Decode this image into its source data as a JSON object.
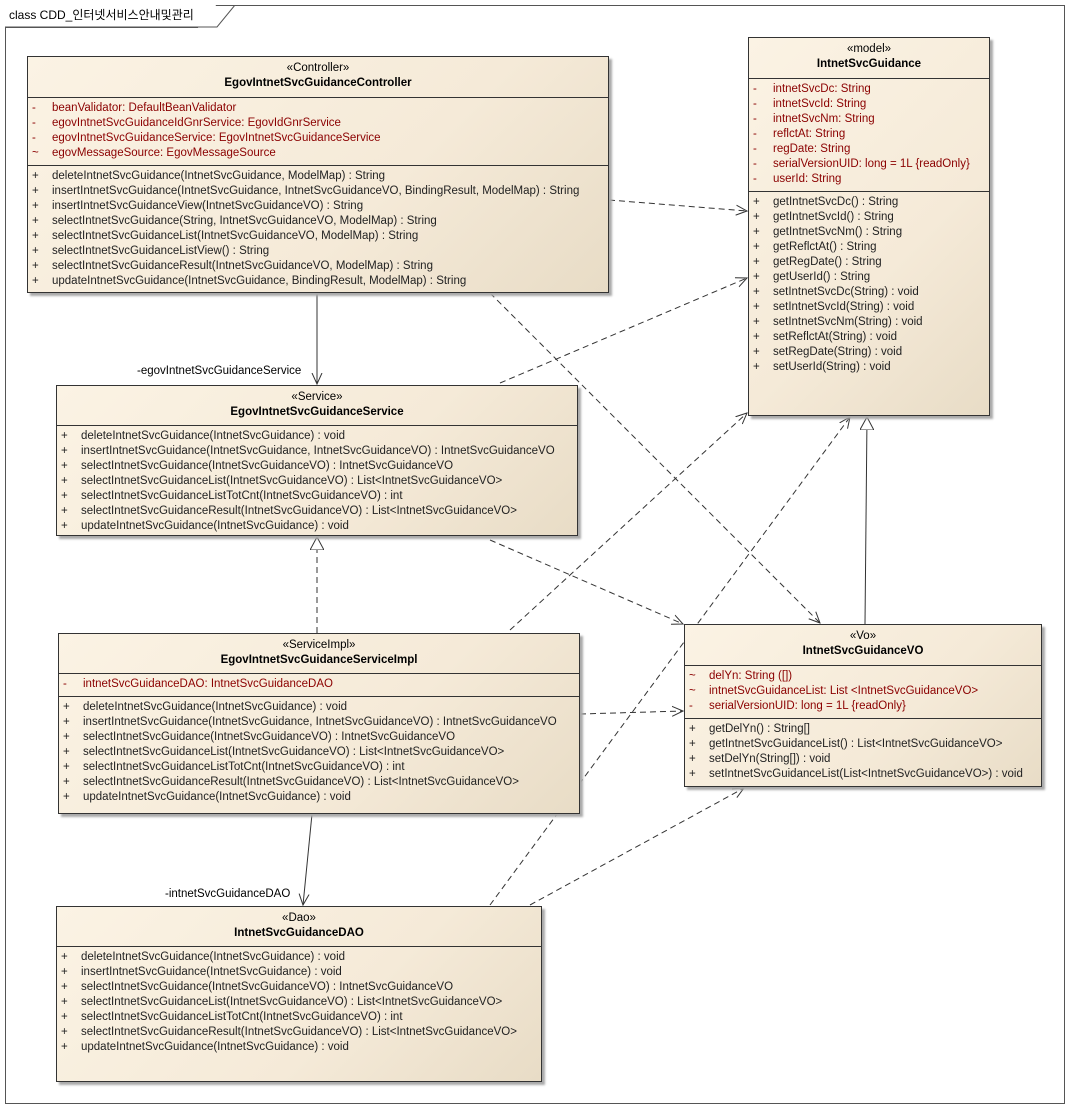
{
  "frame_title": "class CDD_인터넷서비스안내및관리",
  "classes": [
    {
      "id": "controller",
      "stereotype": "«Controller»",
      "name": "EgovIntnetSvcGuidanceController",
      "attributes": [
        {
          "vis": "-",
          "text": "beanValidator:  DefaultBeanValidator"
        },
        {
          "vis": "-",
          "text": "egovIntnetSvcGuidanceIdGnrService:  EgovIdGnrService"
        },
        {
          "vis": "-",
          "text": "egovIntnetSvcGuidanceService:  EgovIntnetSvcGuidanceService"
        },
        {
          "vis": "~",
          "text": "egovMessageSource:  EgovMessageSource"
        }
      ],
      "operations": [
        {
          "vis": "+",
          "text": "deleteIntnetSvcGuidance(IntnetSvcGuidance, ModelMap) : String"
        },
        {
          "vis": "+",
          "text": "insertIntnetSvcGuidance(IntnetSvcGuidance, IntnetSvcGuidanceVO, BindingResult, ModelMap) : String"
        },
        {
          "vis": "+",
          "text": "insertIntnetSvcGuidanceView(IntnetSvcGuidanceVO) : String"
        },
        {
          "vis": "+",
          "text": "selectIntnetSvcGuidance(String, IntnetSvcGuidanceVO, ModelMap) : String"
        },
        {
          "vis": "+",
          "text": "selectIntnetSvcGuidanceList(IntnetSvcGuidanceVO, ModelMap) : String"
        },
        {
          "vis": "+",
          "text": "selectIntnetSvcGuidanceListView() : String"
        },
        {
          "vis": "+",
          "text": "selectIntnetSvcGuidanceResult(IntnetSvcGuidanceVO, ModelMap) : String"
        },
        {
          "vis": "+",
          "text": "updateIntnetSvcGuidance(IntnetSvcGuidance, BindingResult, ModelMap) : String"
        }
      ]
    },
    {
      "id": "model",
      "stereotype": "«model»",
      "name": "IntnetSvcGuidance",
      "attributes": [
        {
          "vis": "-",
          "text": "intnetSvcDc:  String"
        },
        {
          "vis": "-",
          "text": "intnetSvcId:  String"
        },
        {
          "vis": "-",
          "text": "intnetSvcNm:  String"
        },
        {
          "vis": "-",
          "text": "reflctAt:  String"
        },
        {
          "vis": "-",
          "text": "regDate:  String"
        },
        {
          "vis": "-",
          "text": "serialVersionUID:  long = 1L {readOnly}"
        },
        {
          "vis": "-",
          "text": "userId:  String"
        }
      ],
      "operations": [
        {
          "vis": "+",
          "text": "getIntnetSvcDc() : String"
        },
        {
          "vis": "+",
          "text": "getIntnetSvcId() : String"
        },
        {
          "vis": "+",
          "text": "getIntnetSvcNm() : String"
        },
        {
          "vis": "+",
          "text": "getReflctAt() : String"
        },
        {
          "vis": "+",
          "text": "getRegDate() : String"
        },
        {
          "vis": "+",
          "text": "getUserId() : String"
        },
        {
          "vis": "+",
          "text": "setIntnetSvcDc(String) : void"
        },
        {
          "vis": "+",
          "text": "setIntnetSvcId(String) : void"
        },
        {
          "vis": "+",
          "text": "setIntnetSvcNm(String) : void"
        },
        {
          "vis": "+",
          "text": "setReflctAt(String) : void"
        },
        {
          "vis": "+",
          "text": "setRegDate(String) : void"
        },
        {
          "vis": "+",
          "text": "setUserId(String) : void"
        }
      ]
    },
    {
      "id": "service",
      "stereotype": "«Service»",
      "name": "EgovIntnetSvcGuidanceService",
      "attributes": [],
      "operations": [
        {
          "vis": "+",
          "text": "deleteIntnetSvcGuidance(IntnetSvcGuidance) : void"
        },
        {
          "vis": "+",
          "text": "insertIntnetSvcGuidance(IntnetSvcGuidance, IntnetSvcGuidanceVO) : IntnetSvcGuidanceVO"
        },
        {
          "vis": "+",
          "text": "selectIntnetSvcGuidance(IntnetSvcGuidanceVO) : IntnetSvcGuidanceVO"
        },
        {
          "vis": "+",
          "text": "selectIntnetSvcGuidanceList(IntnetSvcGuidanceVO) : List<IntnetSvcGuidanceVO>"
        },
        {
          "vis": "+",
          "text": "selectIntnetSvcGuidanceListTotCnt(IntnetSvcGuidanceVO) : int"
        },
        {
          "vis": "+",
          "text": "selectIntnetSvcGuidanceResult(IntnetSvcGuidanceVO) : List<IntnetSvcGuidanceVO>"
        },
        {
          "vis": "+",
          "text": "updateIntnetSvcGuidance(IntnetSvcGuidance) : void"
        }
      ]
    },
    {
      "id": "serviceimpl",
      "stereotype": "«ServiceImpl»",
      "name": "EgovIntnetSvcGuidanceServiceImpl",
      "attributes": [
        {
          "vis": "-",
          "text": "intnetSvcGuidanceDAO:  IntnetSvcGuidanceDAO"
        }
      ],
      "operations": [
        {
          "vis": "+",
          "text": "deleteIntnetSvcGuidance(IntnetSvcGuidance) : void"
        },
        {
          "vis": "+",
          "text": "insertIntnetSvcGuidance(IntnetSvcGuidance, IntnetSvcGuidanceVO) : IntnetSvcGuidanceVO"
        },
        {
          "vis": "+",
          "text": "selectIntnetSvcGuidance(IntnetSvcGuidanceVO) : IntnetSvcGuidanceVO"
        },
        {
          "vis": "+",
          "text": "selectIntnetSvcGuidanceList(IntnetSvcGuidanceVO) : List<IntnetSvcGuidanceVO>"
        },
        {
          "vis": "+",
          "text": "selectIntnetSvcGuidanceListTotCnt(IntnetSvcGuidanceVO) : int"
        },
        {
          "vis": "+",
          "text": "selectIntnetSvcGuidanceResult(IntnetSvcGuidanceVO) : List<IntnetSvcGuidanceVO>"
        },
        {
          "vis": "+",
          "text": "updateIntnetSvcGuidance(IntnetSvcGuidance) : void"
        }
      ]
    },
    {
      "id": "vo",
      "stereotype": "«Vo»",
      "name": "IntnetSvcGuidanceVO",
      "attributes": [
        {
          "vis": "~",
          "text": "delYn:  String ([])"
        },
        {
          "vis": "~",
          "text": "intnetSvcGuidanceList:  List <IntnetSvcGuidanceVO>"
        },
        {
          "vis": "-",
          "text": "serialVersionUID:  long = 1L {readOnly}"
        }
      ],
      "operations": [
        {
          "vis": "+",
          "text": "getDelYn() : String[]"
        },
        {
          "vis": "+",
          "text": "getIntnetSvcGuidanceList() : List<IntnetSvcGuidanceVO>"
        },
        {
          "vis": "+",
          "text": "setDelYn(String[]) : void"
        },
        {
          "vis": "+",
          "text": "setIntnetSvcGuidanceList(List<IntnetSvcGuidanceVO>) : void"
        }
      ]
    },
    {
      "id": "dao",
      "stereotype": "«Dao»",
      "name": "IntnetSvcGuidanceDAO",
      "attributes": [],
      "operations": [
        {
          "vis": "+",
          "text": "deleteIntnetSvcGuidance(IntnetSvcGuidance) : void"
        },
        {
          "vis": "+",
          "text": "insertIntnetSvcGuidance(IntnetSvcGuidance) : void"
        },
        {
          "vis": "+",
          "text": "selectIntnetSvcGuidance(IntnetSvcGuidanceVO) : IntnetSvcGuidanceVO"
        },
        {
          "vis": "+",
          "text": "selectIntnetSvcGuidanceList(IntnetSvcGuidanceVO) : List<IntnetSvcGuidanceVO>"
        },
        {
          "vis": "+",
          "text": "selectIntnetSvcGuidanceListTotCnt(IntnetSvcGuidanceVO) : int"
        },
        {
          "vis": "+",
          "text": "selectIntnetSvcGuidanceResult(IntnetSvcGuidanceVO) : List<IntnetSvcGuidanceVO>"
        },
        {
          "vis": "+",
          "text": "updateIntnetSvcGuidance(IntnetSvcGuidance) : void"
        }
      ]
    }
  ],
  "association_labels": {
    "service_role": "-egovIntnetSvcGuidanceService",
    "dao_role": "-intnetSvcGuidanceDAO"
  },
  "colors": {
    "attribute": "#8b0000",
    "operation": "#222222",
    "box_fill": "#f7eddc"
  }
}
